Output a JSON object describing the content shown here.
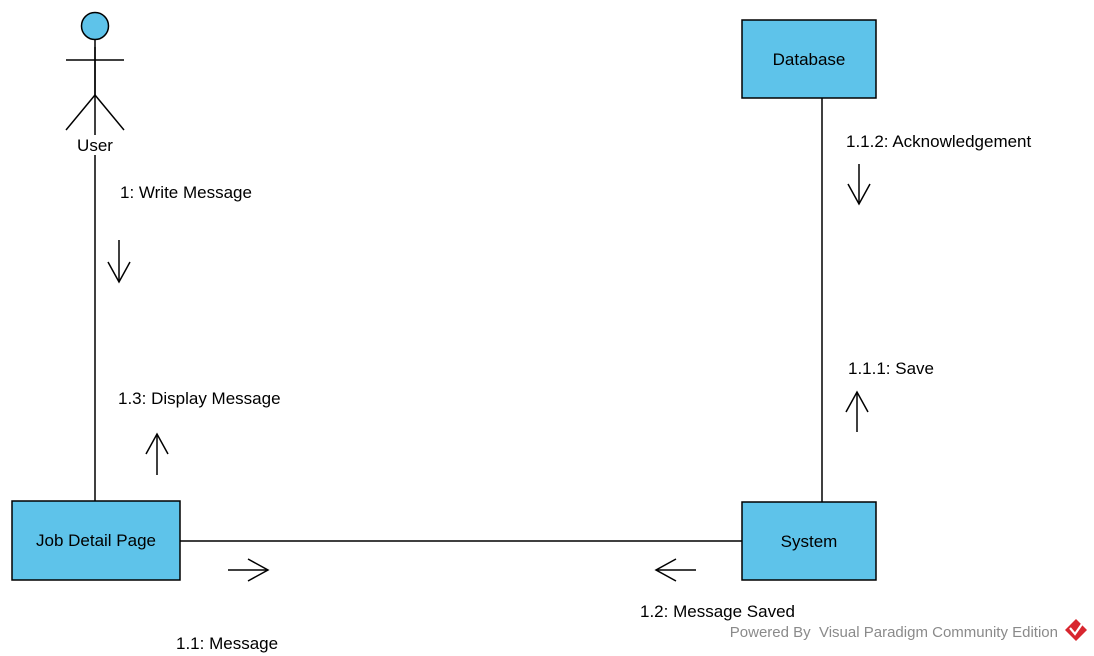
{
  "diagram": {
    "actor": {
      "label": "User"
    },
    "objects": {
      "database": {
        "label": "Database"
      },
      "job_detail_page": {
        "label": "Job Detail Page"
      },
      "system": {
        "label": "System"
      }
    },
    "messages": {
      "m1": "1: Write Message",
      "m1_1": "1.1: Message",
      "m1_1_1": "1.1.1: Save",
      "m1_1_2": "1.1.2: Acknowledgement",
      "m1_2": "1.2: Message Saved",
      "m1_3": "1.3: Display Message"
    },
    "watermark": "Powered By  Visual Paradigm Community Edition"
  },
  "colors": {
    "box_fill": "#5ec3ea",
    "line": "#000000",
    "logo_red": "#d8262f"
  }
}
